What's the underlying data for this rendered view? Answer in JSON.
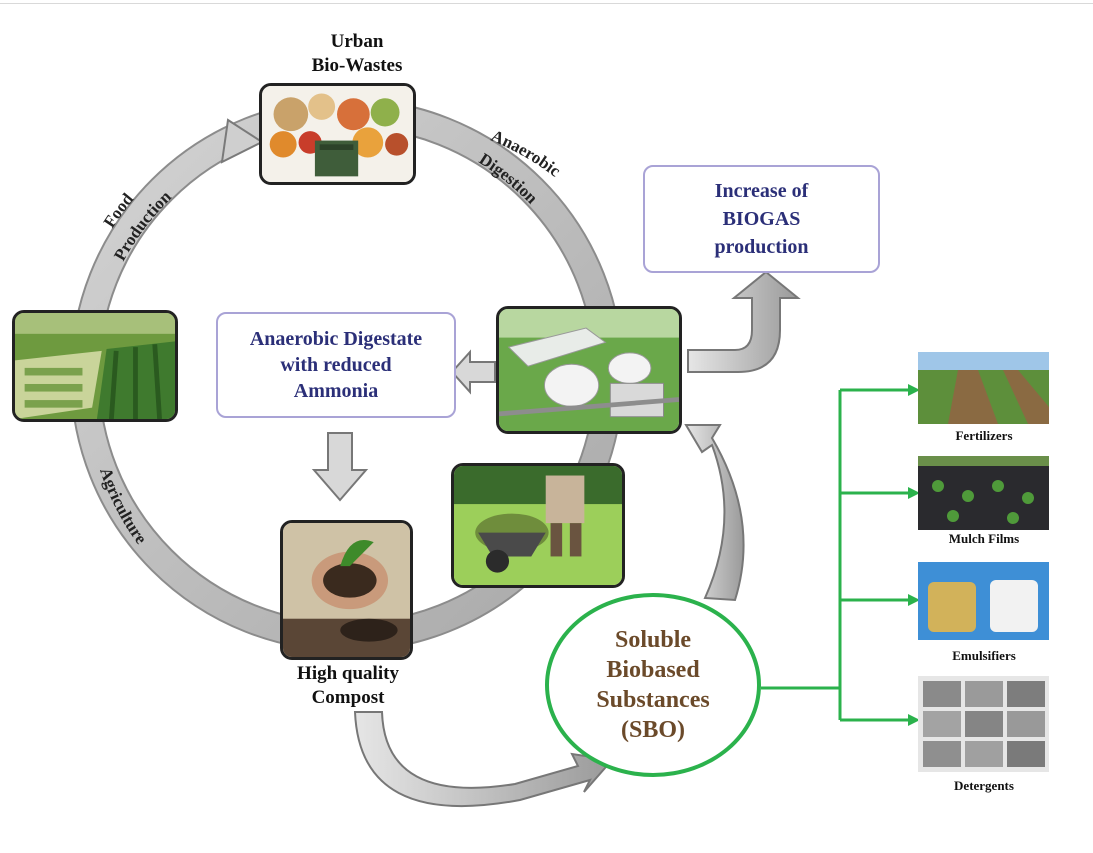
{
  "nodes": {
    "urban_biowastes": "Urban\nBio-Wastes",
    "increase_biogas": "Increase of\nBIOGAS\nproduction",
    "anaerobic_digestate": "Anaerobic Digestate\nwith reduced\nAmmonia",
    "compost": "High quality\nCompost",
    "sbo": "Soluble\nBiobased\nSubstances\n(SBO)"
  },
  "cycle_labels": {
    "food_production": "Food\nProduction",
    "anaerobic_digestion": "Anaerobic\nDigestion",
    "agriculture": "Agriculture"
  },
  "products": [
    {
      "label": "Fertilizers"
    },
    {
      "label": "Mulch Films"
    },
    {
      "label": "Emulsifiers"
    },
    {
      "label": "Detergents"
    }
  ],
  "colors": {
    "box_border": "#a9a3d6",
    "box_text": "#2b2f78",
    "sbo_border": "#2bb24c",
    "sbo_text": "#6b4a2a",
    "connector": "#2bb24c",
    "cycle_arrow": "#bdbdbd"
  }
}
